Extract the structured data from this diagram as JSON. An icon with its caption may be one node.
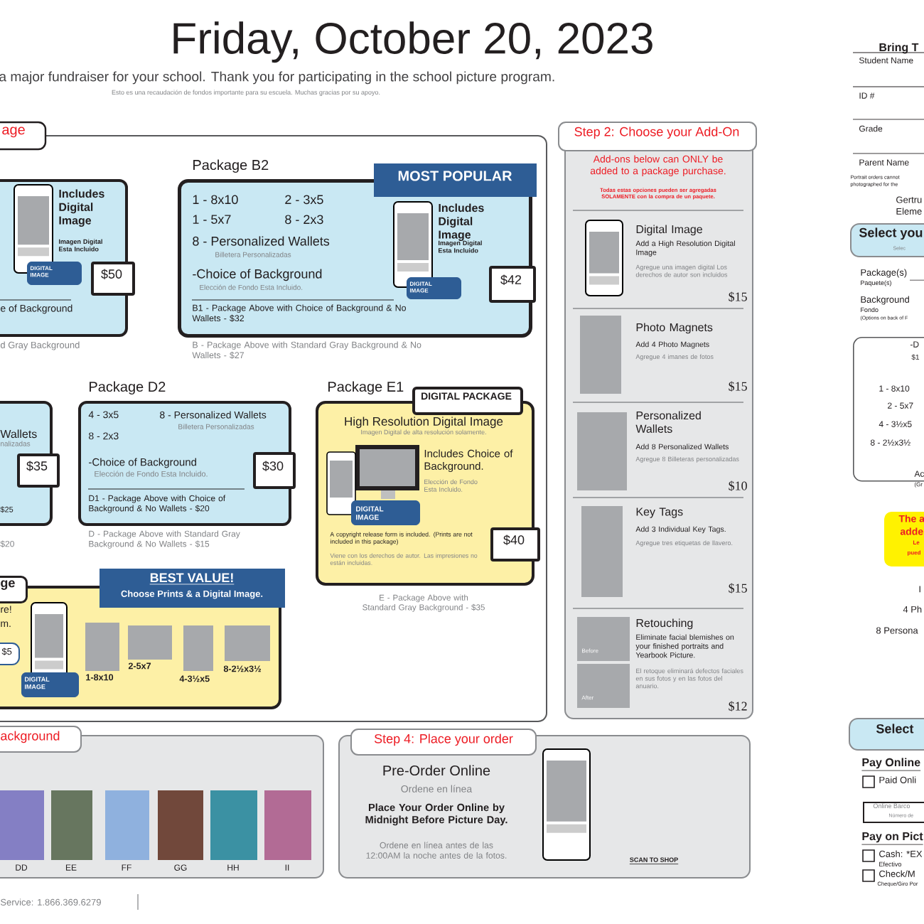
{
  "diagram": {
    "title": "Friday, October 20, 2023",
    "nodes": [
      {
        "text": [
          "age"
        ]
      },
      {
        "text": [
          "Includes Digital Image",
          "Imagen Digital Esta Incluido",
          "e of Background"
        ],
        "in": 0,
        "beside": [
          "d Gray Background"
        ]
      },
      {
        "text": [
          "DIGITAL IMAGE"
        ],
        "in": 1
      },
      {
        "text": [
          "$50"
        ],
        "in": 0
      },
      {
        "text": [
          "Package B2",
          "1 - 8x10",
          "2 - 3x5",
          "1 - 5x7",
          "8 - 2x3",
          "8 - Personalized Wallets",
          "Billetera Personalizadas",
          "-Choice of Background",
          "Elección de Fondo Esta Incluido.",
          "B1 - Package Above with Choice of Background & No Wallets - $32",
          "Includes Digital Image",
          "Imagen Digital Esta Incluido"
        ],
        "in": 0,
        "beside": [
          "B - Package Above with Standard Gray Background & No Wallets - $27"
        ]
      },
      {
        "text": [
          "MOST POPULAR"
        ],
        "in": 0
      },
      {
        "text": [
          "DIGITAL IMAGE"
        ],
        "in": 4
      },
      {
        "text": [
          "$42"
        ],
        "in": 0
      },
      {
        "text": [
          "Wallets",
          "nalizadas",
          "$25"
        ],
        "in": 0,
        "beside": [
          "$20"
        ]
      },
      {
        "text": [
          "$35"
        ],
        "in": 0
      },
      {
        "text": [
          "Package D2",
          "4 - 3x5",
          "8 - Personalized Wallets",
          "Billetera Personalizadas",
          "8 - 2x3",
          "-Choice of Background",
          "Elección de Fondo Esta Incluido.",
          "D1 - Package Above with Choice of Background & No Wallets - $20"
        ],
        "in": 0,
        "beside": [
          "D - Package Above with Standard Gray Background & No Wallets - $15"
        ]
      },
      {
        "text": [
          "$30"
        ],
        "in": 0
      },
      {
        "text": [
          "Package E1",
          "High Resolution Digital Image",
          "Imagen Digital de alta resolución solamente.",
          "Includes Choice of Background.",
          "Elección de Fondo Esta Incluido.",
          "A copyright release form is included. (Prints are not included in this package)",
          "Viene con los derechos de autor. Las impresiones no están incluidas."
        ],
        "in": 0,
        "beside": [
          "E - Package Above with Standard Gray Background - $35"
        ]
      },
      {
        "text": [
          "DIGITAL PACKAGE"
        ],
        "in": 0
      },
      {
        "text": [
          "DIGITAL IMAGE"
        ],
        "in": 12
      },
      {
        "text": [
          "$40"
        ],
        "in": 0
      },
      {
        "text": [
          "ge"
        ],
        "in": 0
      },
      {
        "text": [
          "re!",
          "m.",
          "1-8x10",
          "2-5x7",
          "4-3½x5",
          "8-2½x3½"
        ],
        "in": 0
      },
      {
        "text": [
          "BEST VALUE!",
          "Choose Prints & a Digital Image."
        ],
        "in": 0
      },
      {
        "text": [
          "$5"
        ],
        "in": 17
      },
      {
        "text": [
          "DIGITAL IMAGE"
        ],
        "in": 17
      },
      {
        "text": [
          "ackground",
          "DD",
          "EE",
          "FF",
          "GG",
          "HH",
          "II"
        ]
      },
      {
        "text": [
          "Step 4: Place your order",
          "Pre-Order Online",
          "Ordene en línea",
          "Place Your Order Online by Midnight Before Picture Day.",
          "Ordene en línea antes de las 12:00AM la noche antes de la fotos.",
          "SCAN TO SHOP"
        ]
      },
      {
        "text": [
          "Step 2: Choose your Add-On",
          "Add-ons below can ONLY be added to a package purchase.",
          "Todas estas opciones pueden ser agregadas SOLAMENTE con la compra de un paquete.",
          "Digital Image",
          "Add a High Resolution Digital Image",
          "Agregue una imagen digital Los derechos de autor son incluidos",
          "$15",
          "Photo Magnets",
          "Add 4 Photo Magnets",
          "Agregue 4 imanes de fotos",
          "$15",
          "Personalized Wallets",
          "Add 8 Personalized Wallets",
          "Agregue 8 Billeteras personalizadas",
          "$10",
          "Key Tags",
          "Add 3 Individual Key Tags.",
          "Agregue tres etiquetas de llavero.",
          "$15",
          "Retouching",
          "Eliminate facial blemishes on your finished portraits and Yearbook Picture.",
          "El retoque eliminará defectos faciales en sus fotos y en las fotos del anuario.",
          "$12"
        ]
      },
      {
        "text": [
          "Select you",
          "Selec"
        ]
      },
      {
        "text": [
          "-D",
          "$1",
          "1 - 8x10",
          "2 - 5x7",
          "4 - 3½x5",
          "8 - 2½x3½",
          "Ac",
          "(Gr"
        ]
      },
      {
        "text": [
          "The a",
          "adde",
          "Le",
          "pued"
        ]
      },
      {
        "text": [
          "Select"
        ]
      },
      {
        "text": [
          "Online Barco",
          "Número de"
        ]
      }
    ],
    "labels": [
      "a major fundraiser for your school. Thank you for participating in the school picture program.",
      "Esto es una recaudación de fondos importante para su escuela. Muchas gracias por su apoyo.",
      "Before",
      "After",
      "Service: 1.866.369.6279",
      "Bring T",
      "Student Name",
      "ID #",
      "Grade",
      "Parent Name",
      "Portrait orders cannot",
      "photographed for the",
      "Gertru",
      "Eleme",
      "Package(s)",
      "Paquete(s)",
      "Background",
      "Fondo",
      "(Options on back of F",
      "I",
      "4 Ph",
      "8 Persona",
      "Pay Online",
      "Paid Onli",
      "Pay on Pict",
      "Cash: *EX",
      "Efectivo",
      "Check/M",
      "Cheque/Giro Por"
    ]
  }
}
